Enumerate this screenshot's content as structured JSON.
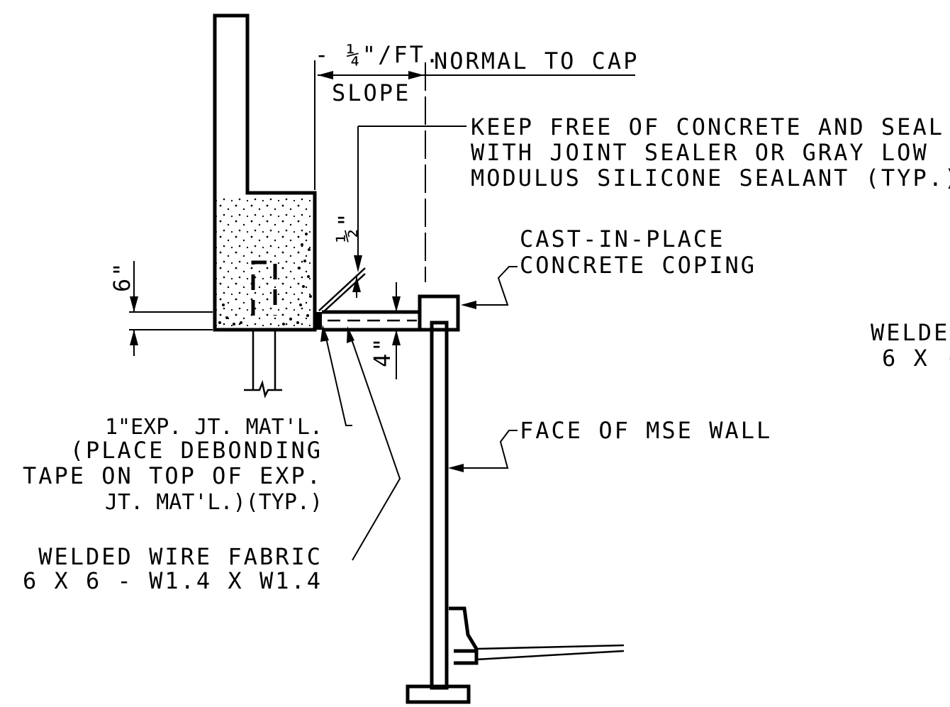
{
  "labels": {
    "slope_rate": "- ¼\"/FT.",
    "normal_to_cap": "NORMAL TO CAP",
    "slope": "SLOPE",
    "keep_free_1": "KEEP FREE OF CONCRETE AND SEAL",
    "keep_free_2": "WITH JOINT SEALER OR GRAY LOW",
    "keep_free_3": "MODULUS SILICONE SEALANT (TYP.)",
    "coping_1": "CAST-IN-PLACE",
    "coping_2": "CONCRETE COPING",
    "dim_6": "6\"",
    "dim_half": "½\"",
    "dim_4": "4\"",
    "exp_1": "1\"EXP. JT. MAT'L.",
    "exp_2": "(PLACE DEBONDING",
    "exp_3": "TAPE ON TOP OF EXP.",
    "exp_4": "JT. MAT'L.)(TYP.)",
    "face_mse": "FACE OF MSE WALL",
    "wwf_1": "WELDED WIRE FABRIC",
    "wwf_2": "6 X 6 - W1.4 X W1.4",
    "wwf_right_1": "WELDE",
    "wwf_right_2": "6 X ("
  }
}
